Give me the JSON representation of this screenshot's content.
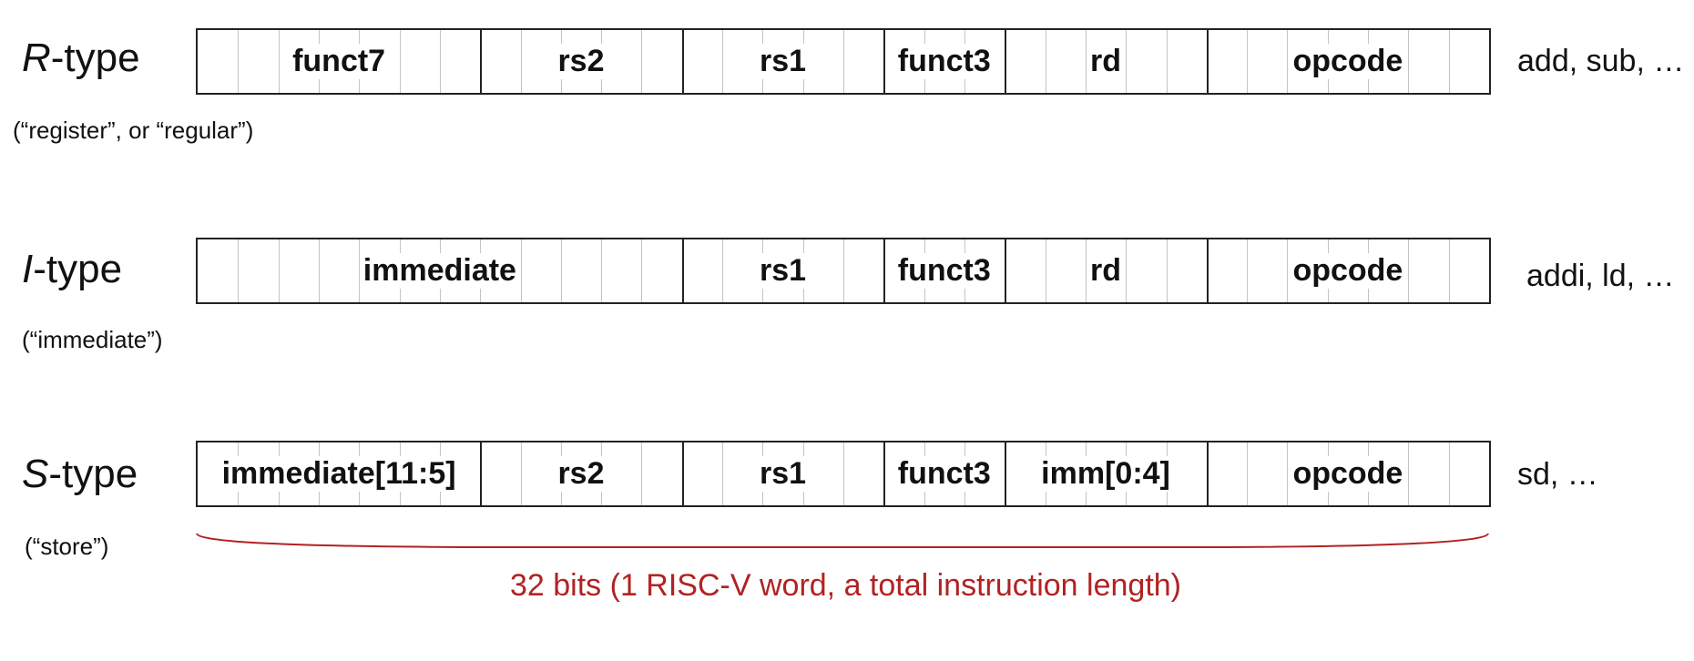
{
  "colors": {
    "accent": "#b22222",
    "border": "#222222",
    "bit_tick": "#c4c4c4",
    "text": "#111111"
  },
  "instruction_bits": 32,
  "formats": [
    {
      "key": "r",
      "letter": "R",
      "suffix": "-type",
      "subtitle": "(“register”, or “regular”)",
      "examples": "add, sub, …",
      "fields": [
        {
          "label": "funct7",
          "bits": 7
        },
        {
          "label": "rs2",
          "bits": 5
        },
        {
          "label": "rs1",
          "bits": 5
        },
        {
          "label": "funct3",
          "bits": 3
        },
        {
          "label": "rd",
          "bits": 5
        },
        {
          "label": "opcode",
          "bits": 7
        }
      ]
    },
    {
      "key": "i",
      "letter": "I",
      "suffix": "-type",
      "subtitle": "(“immediate”)",
      "examples": "addi, ld, …",
      "fields": [
        {
          "label": "immediate",
          "bits": 12
        },
        {
          "label": "rs1",
          "bits": 5
        },
        {
          "label": "funct3",
          "bits": 3
        },
        {
          "label": "rd",
          "bits": 5
        },
        {
          "label": "opcode",
          "bits": 7
        }
      ]
    },
    {
      "key": "s",
      "letter": "S",
      "suffix": "-type",
      "subtitle": "(“store”)",
      "examples": "sd, …",
      "fields": [
        {
          "label": "immediate[11:5]",
          "bits": 7
        },
        {
          "label": "rs2",
          "bits": 5
        },
        {
          "label": "rs1",
          "bits": 5
        },
        {
          "label": "funct3",
          "bits": 3
        },
        {
          "label": "imm[0:4]",
          "bits": 5
        },
        {
          "label": "opcode",
          "bits": 7
        }
      ]
    }
  ],
  "caption": "32 bits (1 RISC-V word, a total instruction length)"
}
